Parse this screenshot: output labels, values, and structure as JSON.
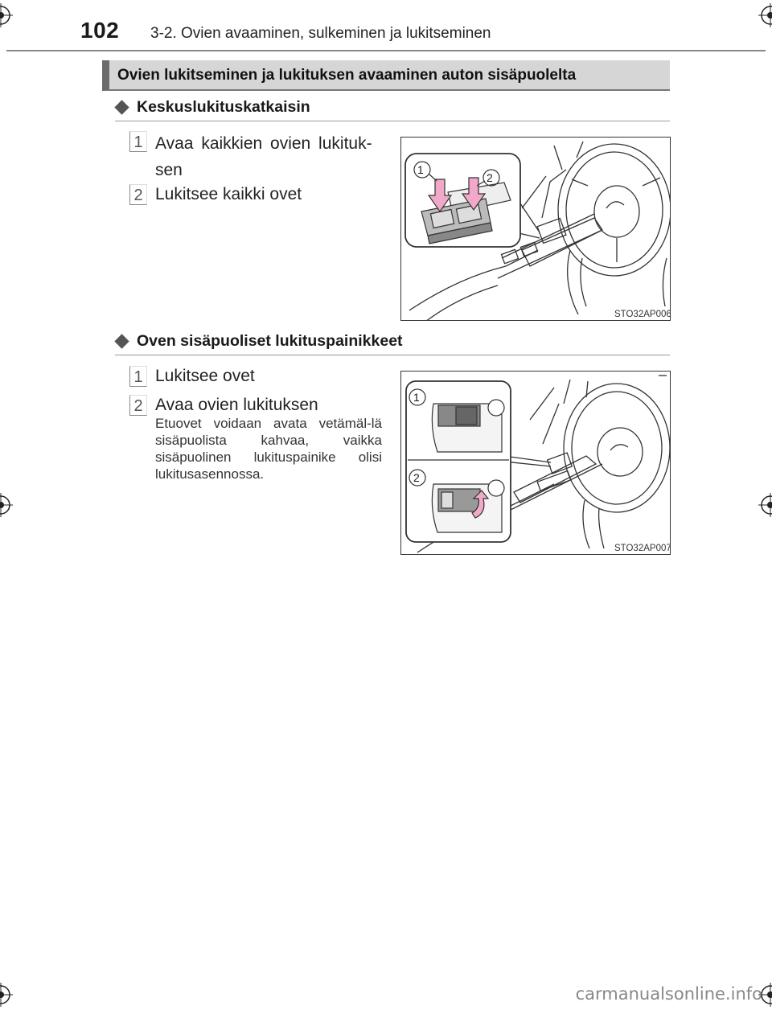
{
  "header": {
    "page_number": "102",
    "title": "3-2. Ovien avaaminen, sulkeminen ja lukitseminen"
  },
  "banner": {
    "title": "Ovien lukitseminen ja lukituksen avaaminen auton sisäpuolelta"
  },
  "sections": [
    {
      "heading": "Keskuslukituskatkaisin",
      "items": [
        {
          "number": "1",
          "line1": "Avaa kaikkien ovien lukituk-",
          "line2": "sen"
        },
        {
          "number": "2",
          "line1": "Lukitsee kaikki ovet"
        }
      ],
      "figure": {
        "code": "STO32AP006",
        "callouts": [
          "1",
          "2"
        ]
      }
    },
    {
      "heading": "Oven sisäpuoliset lukituspainikkeet",
      "items": [
        {
          "number": "1",
          "line1": "Lukitsee ovet"
        },
        {
          "number": "2",
          "line1": "Avaa ovien lukituksen"
        }
      ],
      "note": "Etuovet voidaan avata vetämäl-lä sisäpuolista kahvaa, vaikka sisäpuolinen lukituspainike olisi lukitusasennossa.",
      "figure": {
        "code": "STO32AP007",
        "callouts": [
          "1",
          "2"
        ]
      }
    }
  ],
  "watermark": "carmanualsonline.info",
  "colors": {
    "banner_bg": "#d6d6d6",
    "banner_bar": "#6b6b6b",
    "highlight": "#f2a9c9"
  }
}
